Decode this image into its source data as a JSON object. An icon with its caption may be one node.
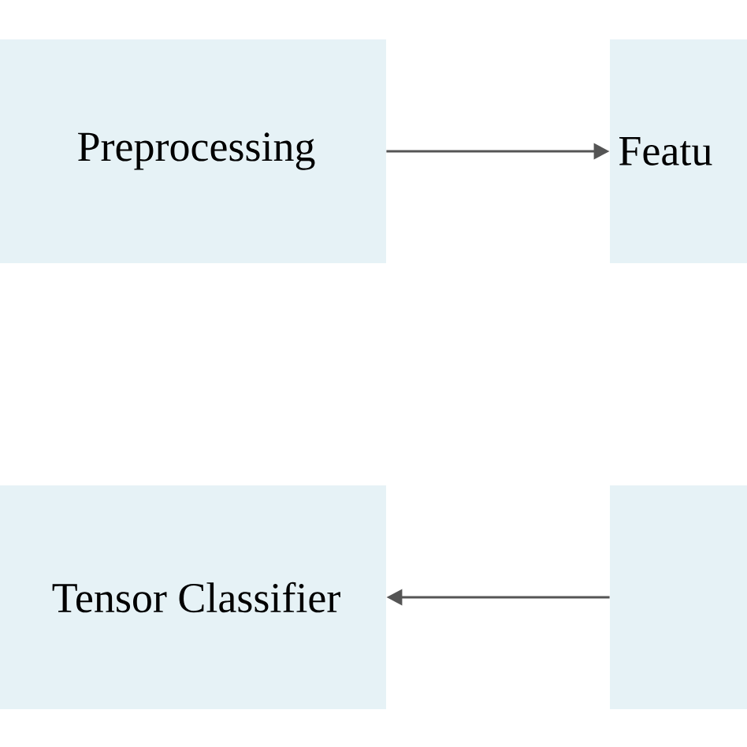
{
  "diagram": {
    "nodes": [
      {
        "text": [
          "Preprocessing"
        ]
      },
      {
        "text": [
          "Featu"
        ]
      },
      {
        "text": [
          "Tensor Classifier"
        ]
      },
      {
        "text": [],
        "shape": "box"
      }
    ],
    "edges": [
      {
        "from": 0,
        "to": 1,
        "arrow": "to"
      },
      {
        "from": 3,
        "to": 2,
        "arrow": "to"
      }
    ]
  }
}
